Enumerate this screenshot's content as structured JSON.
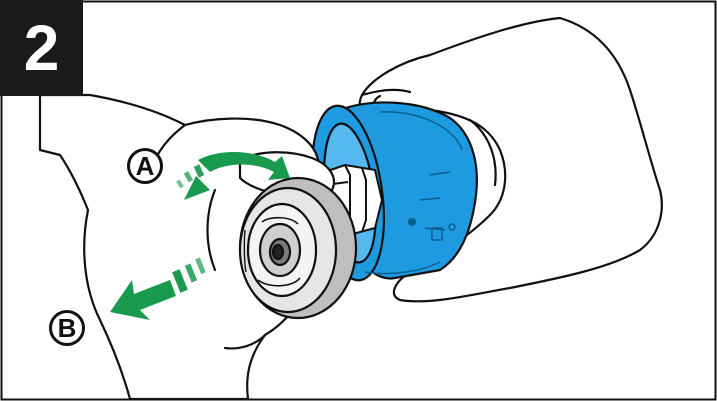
{
  "step": {
    "number": "2"
  },
  "callouts": {
    "a": "A",
    "b": "B"
  },
  "colors": {
    "spool_blue": "#1e9be0",
    "arrow_green": "#1a9a4e",
    "outline": "#111111",
    "hub_grey": "#d9d9d9"
  },
  "icons": [
    "rotate-arrow-icon",
    "pull-arrow-icon"
  ]
}
